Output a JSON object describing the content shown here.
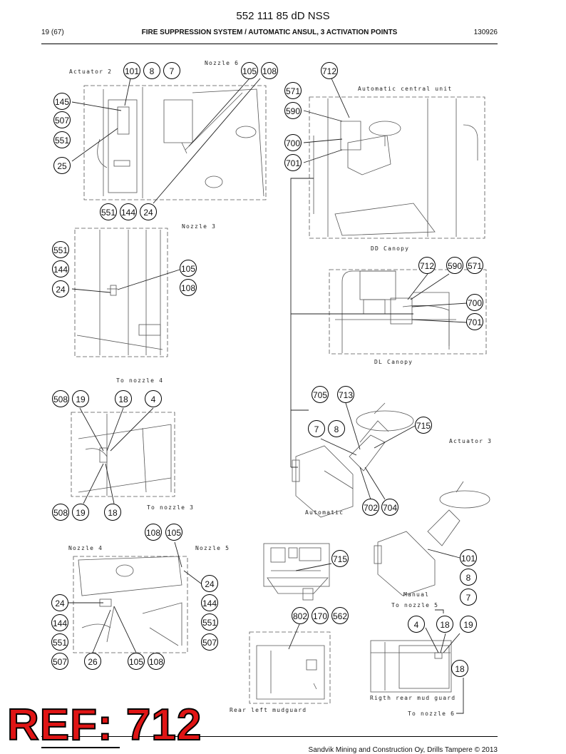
{
  "header": {
    "doc_number": "552 111 85 dD NSS",
    "page": "19 (67)",
    "title": "FIRE SUPPRESSION SYSTEM / AUTOMATIC ANSUL, 3 ACTIVATION POINTS",
    "date_code": "130926"
  },
  "reference_overlay": "REF: 712",
  "footer": {
    "copyright": "Sandvik Mining and Construction Oy, Drills Tampere © 2013"
  },
  "captions": {
    "actuator_2": "Actuator 2",
    "nozzle_6": "Nozzle 6",
    "automatic_central_unit": "Automatic central unit",
    "nozzle_3": "Nozzle 3",
    "dd_canopy": "DD Canopy",
    "dl_canopy": "DL Canopy",
    "to_nozzle_4": "To nozzle 4",
    "to_nozzle_3": "To nozzle 3",
    "actuator_3": "Actuator 3",
    "automatic": "Automatic",
    "nozzle_4": "Nozzle 4",
    "nozzle_5": "Nozzle 5",
    "manual": "Manual",
    "to_nozzle_5": "To nozzle 5",
    "rear_left_mudguard": "Rear left mudguard",
    "right_rear_mud_guard": "Rigth rear mud guard",
    "to_nozzle_6": "To nozzle 6"
  },
  "bubbles": {
    "b101a": "101",
    "b8a": "8",
    "b7a": "7",
    "b105a": "105",
    "b108a": "108",
    "b712a": "712",
    "b571a": "571",
    "b590a": "590",
    "b700a": "700",
    "b701a": "701",
    "b145": "145",
    "b507a": "507",
    "b551a": "551",
    "b25": "25",
    "b551b": "551",
    "b144a": "144",
    "b24a": "24",
    "b551c": "551",
    "b144b": "144",
    "b24b": "24",
    "b105b": "105",
    "b108b": "108",
    "b712b": "712",
    "b590b": "590",
    "b571b": "571",
    "b700b": "700",
    "b701b": "701",
    "b508a": "508",
    "b19a": "19",
    "b18a": "18",
    "b4a": "4",
    "b705": "705",
    "b713": "713",
    "b7b": "7",
    "b8b": "8",
    "b715a": "715",
    "b508b": "508",
    "b19b": "19",
    "b18b": "18",
    "b702": "702",
    "b704": "704",
    "b108c": "108",
    "b105c": "105",
    "b715b": "715",
    "b101b": "101",
    "b8c": "8",
    "b7c": "7",
    "b24c": "24",
    "b144c": "144",
    "b551d": "551",
    "b507b": "507",
    "b24d": "24",
    "b144d": "144",
    "b551e": "551",
    "b507c": "507",
    "b26": "26",
    "b105d": "105",
    "b108d": "108",
    "b802": "802",
    "b170": "170",
    "b562": "562",
    "b4b": "4",
    "b18c": "18",
    "b19c": "19",
    "b18d": "18"
  }
}
